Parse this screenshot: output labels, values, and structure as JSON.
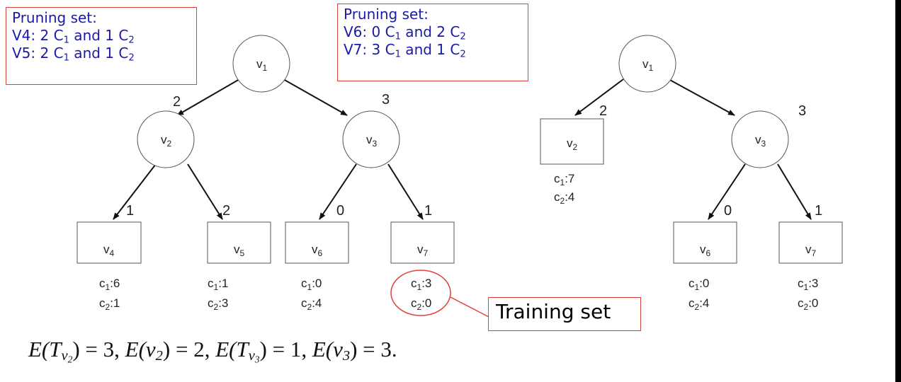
{
  "pruning_box_left": {
    "title": "Pruning set:",
    "line1": {
      "pre": "V4: 2 C",
      "s1": "1",
      "mid": " and 1 C",
      "s2": "2"
    },
    "line2": {
      "pre": "V5: 2 C",
      "s1": "1",
      "mid": " and 1 C",
      "s2": "2"
    }
  },
  "pruning_box_right": {
    "title": "Pruning set:",
    "line1": {
      "pre": "V6: 0 C",
      "s1": "1",
      "mid": " and 2 C",
      "s2": "2"
    },
    "line2": {
      "pre": "V7: 3 C",
      "s1": "1",
      "mid": " and 1 C",
      "s2": "2"
    }
  },
  "training_label": "Training set",
  "tree_full": {
    "root": "v",
    "root_sub": "1",
    "v2": {
      "label": "v",
      "sub": "2",
      "edge": "2"
    },
    "v3": {
      "label": "v",
      "sub": "3",
      "edge": "3"
    },
    "v4": {
      "label": "v",
      "sub": "4",
      "edge": "1",
      "c1": "c",
      "c1s": "1",
      "c1v": ":6",
      "c2": "c",
      "c2s": "2",
      "c2v": ":1"
    },
    "v5": {
      "label": "v",
      "sub": "5",
      "edge": "2",
      "c1": "c",
      "c1s": "1",
      "c1v": ":1",
      "c2": "c",
      "c2s": "2",
      "c2v": ":3"
    },
    "v6": {
      "label": "v",
      "sub": "6",
      "edge": "0",
      "c1": "c",
      "c1s": "1",
      "c1v": ":0",
      "c2": "c",
      "c2s": "2",
      "c2v": ":4"
    },
    "v7": {
      "label": "v",
      "sub": "7",
      "edge": "1",
      "c1": "c",
      "c1s": "1",
      "c1v": ":3",
      "c2": "c",
      "c2s": "2",
      "c2v": ":0"
    }
  },
  "tree_pruned": {
    "root": "v",
    "root_sub": "1",
    "v2": {
      "label": "v",
      "sub": "2",
      "edge": "2",
      "c1": "c",
      "c1s": "1",
      "c1v": ":7",
      "c2": "c",
      "c2s": "2",
      "c2v": ":4"
    },
    "v3": {
      "label": "v",
      "sub": "3",
      "edge": "3"
    },
    "v6": {
      "label": "v",
      "sub": "6",
      "edge": "0",
      "c1": "c",
      "c1s": "1",
      "c1v": ":0",
      "c2": "c",
      "c2s": "2",
      "c2v": ":4"
    },
    "v7": {
      "label": "v",
      "sub": "7",
      "edge": "1",
      "c1": "c",
      "c1s": "1",
      "c1v": ":3",
      "c2": "c",
      "c2s": "2",
      "c2v": ":0"
    }
  },
  "formula": {
    "t1": "E(T",
    "t1s": "v",
    "t1ss": "2",
    "t1e": ") = 3, ",
    "t2": "E(v",
    "t2s": "2",
    "t2e": ") = 2, ",
    "t3": "E(T",
    "t3s": "v",
    "t3ss": "3",
    "t3e": ") = 1, ",
    "t4": "E(v",
    "t4s": "3",
    "t4e": ") = 3."
  },
  "colors": {
    "box_border": "#e0403a",
    "box_text": "#1a1aa6"
  }
}
